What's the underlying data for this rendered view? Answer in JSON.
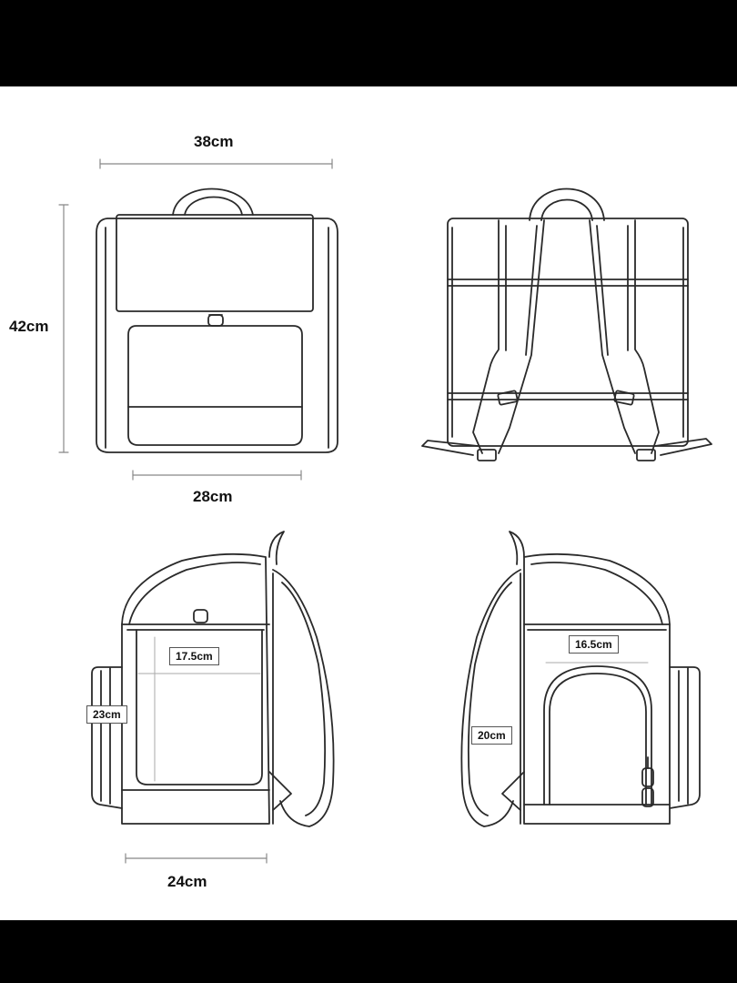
{
  "dimensions": {
    "front_width": "38cm",
    "front_height": "42cm",
    "front_base_width": "28cm",
    "side_inner_width": "17.5cm",
    "side_height": "23cm",
    "side_depth": "24cm",
    "opening_width": "16.5cm",
    "opening_height": "20cm"
  },
  "colors": {
    "background": "#000000",
    "panel": "#ffffff",
    "line": "#2a2a2a"
  }
}
